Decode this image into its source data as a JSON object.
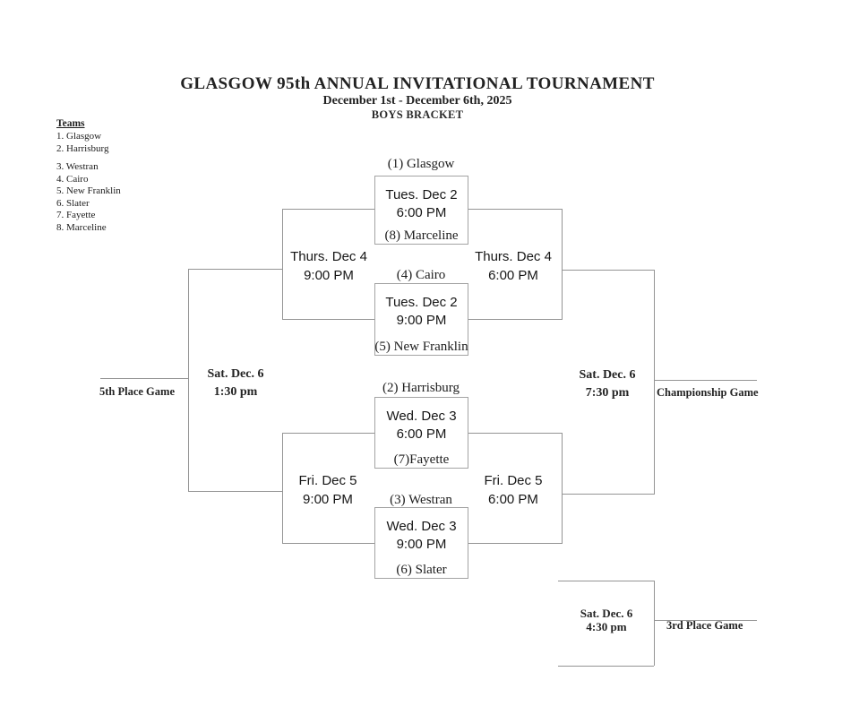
{
  "header": {
    "title": "GLASGOW 95th ANNUAL INVITATIONAL TOURNAMENT",
    "subtitle": "December 1st - December 6th, 2025",
    "bracket_label": "BOYS BRACKET"
  },
  "teams_list": {
    "heading": "Teams",
    "items": [
      "1. Glasgow",
      "2. Harrisburg",
      "3. Westran",
      "4. Cairo",
      "5. New Franklin",
      "6. Slater",
      "7. Fayette",
      "8. Marceline"
    ]
  },
  "first_round_games": [
    {
      "top_seed": "(1) Glasgow",
      "bottom_seed": "(8) Marceline",
      "date": "Tues. Dec 2",
      "time": "6:00 PM"
    },
    {
      "top_seed": "(4) Cairo",
      "bottom_seed": "(5) New Franklin",
      "date": "Tues. Dec 2",
      "time": "9:00 PM"
    },
    {
      "top_seed": "(2) Harrisburg",
      "bottom_seed": "(7)Fayette",
      "date": "Wed. Dec 3",
      "time": "6:00 PM"
    },
    {
      "top_seed": "(3) Westran",
      "bottom_seed": "(6) Slater",
      "date": "Wed. Dec 3",
      "time": "9:00 PM"
    }
  ],
  "second_round": {
    "consolation_top": {
      "date": "Thurs. Dec 4",
      "time": "9:00 PM"
    },
    "semifinal_top": {
      "date": "Thurs. Dec 4",
      "time": "6:00 PM"
    },
    "consolation_bottom": {
      "date": "Fri. Dec 5",
      "time": "9:00 PM"
    },
    "semifinal_bottom": {
      "date": "Fri. Dec 5",
      "time": "6:00 PM"
    }
  },
  "finals": {
    "fifth_place": {
      "date": "Sat. Dec. 6",
      "time": "1:30 pm",
      "label": "5th Place Game"
    },
    "championship": {
      "date": "Sat. Dec. 6",
      "time": "7:30 pm",
      "label": "Championship Game"
    },
    "third_place": {
      "date": "Sat. Dec. 6",
      "time": "4:30 pm",
      "label": "3rd Place Game"
    }
  },
  "colors": {
    "background": "#ffffff",
    "line": "#949494",
    "box_border": "#a3a3a3",
    "text": "#1d1d1d"
  }
}
